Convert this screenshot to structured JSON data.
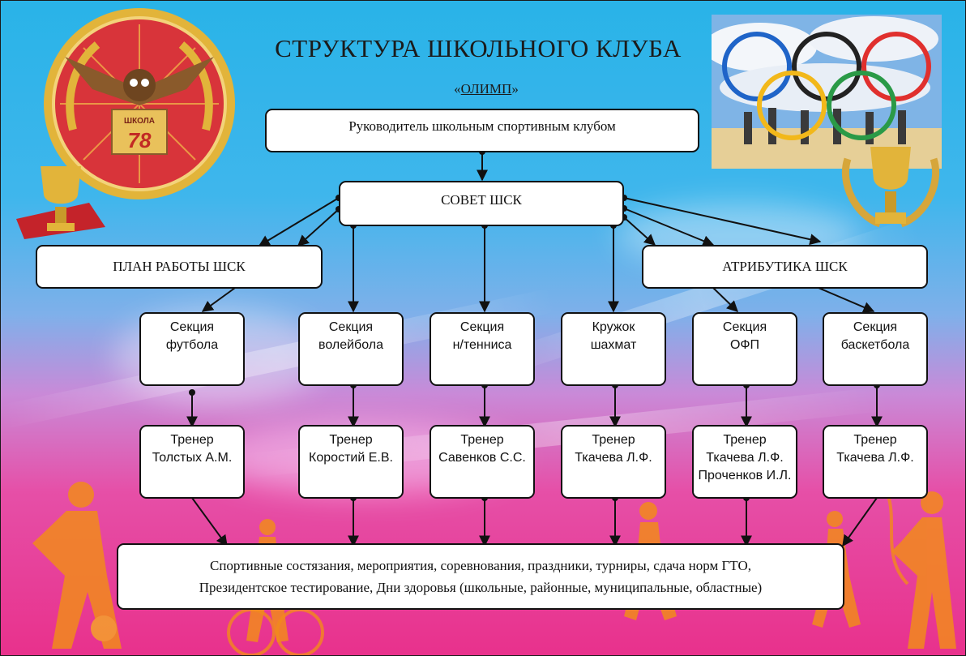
{
  "header": {
    "title": "СТРУКТУРА  ШКОЛЬНОГО КЛУБА",
    "subtitle_open": "«",
    "subtitle_name": "ОЛИМП",
    "subtitle_close": "»"
  },
  "emblem": {
    "text": "ШКОЛА",
    "number": "78"
  },
  "nodes": {
    "head": "Руководитель  школьным спортивным клубом",
    "council": "СОВЕТ ШСК",
    "plan": "ПЛАН РАБОТЫ ШСК",
    "attributes": "АТРИБУТИКА ШСК",
    "sections": [
      "Секция\nфутбола",
      "Секция\nволейбола",
      "Секция\nн/тенниса",
      "Кружок\nшахмат",
      "Секция\nОФП",
      "Секция\nбаскетбола"
    ],
    "coaches": [
      "Тренер\nТолстых А.М.",
      "Тренер\nКоростий Е.В.",
      "Тренер\nСавенков С.С.",
      "Тренер\nТкачева Л.Ф.",
      "Тренер\nТкачева Л.Ф.\nПроченков И.Л.",
      "Тренер\nТкачева Л.Ф."
    ],
    "events_line1": "Спортивные состязания, мероприятия, соревнования, праздники, турниры,  сдача норм ГТО,",
    "events_line2": "Президентское тестирование, Дни здоровья (школьные, районные, муниципальные, областные)"
  },
  "colors": {
    "sky": "#29b3e8",
    "magenta": "#e8318c",
    "gold": "#e2b43a",
    "emblem_red": "#d8343a",
    "ring_blue": "#1f64c8",
    "ring_black": "#222222",
    "ring_red": "#e0302e",
    "ring_yellow": "#f2b81a",
    "ring_green": "#2a9a47"
  },
  "icons": [
    "school-emblem",
    "owl-icon",
    "trophy-icon",
    "olympic-rings-photo",
    "athlete-silhouette"
  ]
}
